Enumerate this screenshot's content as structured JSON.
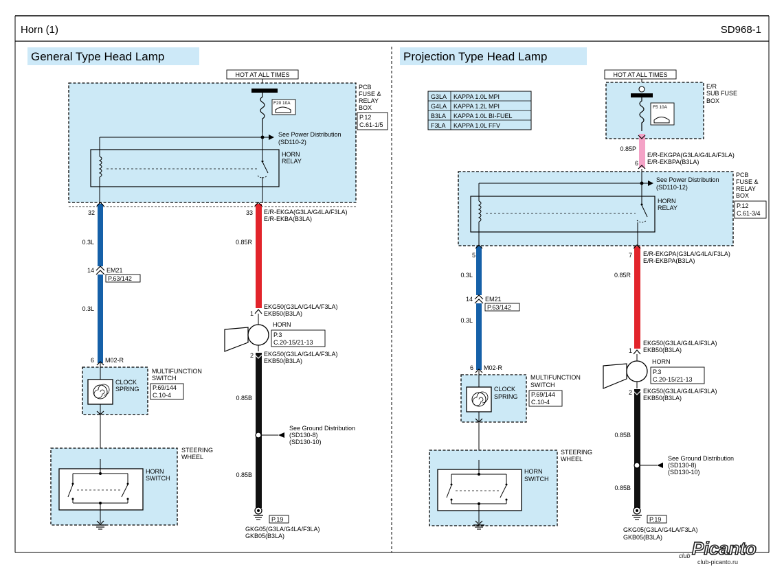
{
  "page": {
    "title": "Horn (1)",
    "code": "SD968-1"
  },
  "colors": {
    "box_fill": "#cce9f6",
    "wire_blue": "#1560a8",
    "wire_red": "#e2242b",
    "wire_black": "#111111",
    "wire_pink": "#f4a3c7"
  },
  "general": {
    "title": "General Type Head Lamp",
    "hot": "HOT AT ALL TIMES",
    "pcb_name": [
      "PCB",
      "FUSE &",
      "RELAY",
      "BOX"
    ],
    "pcb_ref": [
      "P.12",
      "C.61-1/5"
    ],
    "fuse": "F20 10A",
    "power_see": [
      "See Power Distribution",
      "(SD110-2)"
    ],
    "relay": [
      "HORN",
      "RELAY"
    ],
    "pin_left": "32",
    "pin_right": "33",
    "conn_right": [
      "E/R-EKGA(G3LA/G4LA/F3LA)",
      "E/R-EKBA(B3LA)"
    ],
    "wire1": "0.3L",
    "wire2": "0.3L",
    "pin_em": "14",
    "em": "EM21",
    "em_ref": "P.63/142",
    "wire_r": "0.85R",
    "horn_pin1": "1",
    "horn_conn1": [
      "EKG50(G3LA/G4LA/F3LA)",
      "EKB50(B3LA)"
    ],
    "horn": "HORN",
    "horn_ref": [
      "P.3",
      "C.20-15/21-13"
    ],
    "horn_pin2": "2",
    "horn_conn2": [
      "EKG50(G3LA/G4LA/F3LA)",
      "EKB50(B3LA)"
    ],
    "pin_m": "6",
    "m_conn": "M02-R",
    "mf": [
      "MULTIFUNCTION",
      "SWITCH"
    ],
    "clock": [
      "CLOCK",
      "SPRING"
    ],
    "mf_ref": [
      "P.69/144",
      "C.10-4"
    ],
    "wire_b1": "0.85B",
    "ground_see": [
      "See Ground Distribution",
      "(SD130-8)",
      "(SD130-10)"
    ],
    "wire_b2": "0.85B",
    "steer": [
      "STEERING",
      "WHEEL"
    ],
    "horn_sw": [
      "HORN",
      "SWITCH"
    ],
    "gnd_ref": "P.19",
    "gnd_conn": [
      "GKG05(G3LA/G4LA/F3LA)",
      "GKB05(B3LA)"
    ]
  },
  "projection": {
    "title": "Projection Type Head Lamp",
    "hot": "HOT AT ALL TIMES",
    "legend": [
      {
        "code": "G3LA",
        "desc": "KAPPA 1.0L MPI"
      },
      {
        "code": "G4LA",
        "desc": "KAPPA 1.2L MPI"
      },
      {
        "code": "B3LA",
        "desc": "KAPPA 1.0L BI-FUEL"
      },
      {
        "code": "F3LA",
        "desc": "KAPPA 1.0L FFV"
      }
    ],
    "sub_box": [
      "E/R",
      "SUB FUSE",
      "BOX"
    ],
    "fuse": "F5 10A",
    "wire_p": "0.85P",
    "pin_top": "6",
    "conn_top": [
      "E/R-EKGPA(G3LA/G4LA/F3LA)",
      "E/R-EKBPA(B3LA)"
    ],
    "pcb_name": [
      "PCB",
      "FUSE &",
      "RELAY",
      "BOX"
    ],
    "pcb_ref": [
      "P.12",
      "C.61-3/4"
    ],
    "power_see": [
      "See Power Distribution",
      "(SD110-12)"
    ],
    "relay": [
      "HORN",
      "RELAY"
    ],
    "pin_left": "5",
    "pin_right": "7",
    "conn_right": [
      "E/R-EKGPA(G3LA/G4LA/F3LA)",
      "E/R-EKBPA(B3LA)"
    ],
    "wire1": "0.3L",
    "wire2": "0.3L",
    "pin_em": "14",
    "em": "EM21",
    "em_ref": "P.63/142",
    "wire_r": "0.85R",
    "horn_pin1": "1",
    "horn_conn1": [
      "EKG50(G3LA/G4LA/F3LA)",
      "EKB50(B3LA)"
    ],
    "horn": "HORN",
    "horn_ref": [
      "P.3",
      "C.20-15/21-13"
    ],
    "horn_pin2": "2",
    "horn_conn2": [
      "EKG50(G3LA/G4LA/F3LA)",
      "EKB50(B3LA)"
    ],
    "pin_m": "6",
    "m_conn": "M02-R",
    "mf": [
      "MULTIFUNCTION",
      "SWITCH"
    ],
    "clock": [
      "CLOCK",
      "SPRING"
    ],
    "mf_ref": [
      "P.69/144",
      "C.10-4"
    ],
    "wire_b1": "0.85B",
    "ground_see": [
      "See Ground Distribution",
      "(SD130-8)",
      "(SD130-10)"
    ],
    "wire_b2": "0.85B",
    "steer": [
      "STEERING",
      "WHEEL"
    ],
    "horn_sw": [
      "HORN",
      "SWITCH"
    ],
    "gnd_ref": "P.19",
    "gnd_conn": [
      "GKG05(G3LA/G4LA/F3LA)",
      "GKB05(B3LA)"
    ]
  },
  "watermark": {
    "brand": "Picanto",
    "club": "club",
    "url": "club-picanto.ru"
  }
}
